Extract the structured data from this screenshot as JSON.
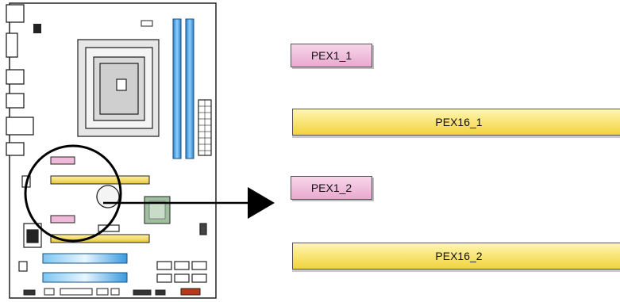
{
  "slots": {
    "pex1_1": "PEX1_1",
    "pex16_1": "PEX16_1",
    "pex1_2": "PEX1_2",
    "pex16_2": "PEX16_2"
  },
  "colors": {
    "x1_slot": "#f0c0de",
    "x16_slot": "#f7e27a",
    "pcie_slot_blue": "#3fa6e8",
    "dimm_blue": "#2a8fd8",
    "vrm_green": "#9fbf9f"
  },
  "icons": [
    "motherboard-outline",
    "magnifier-circle",
    "right-arrow"
  ]
}
